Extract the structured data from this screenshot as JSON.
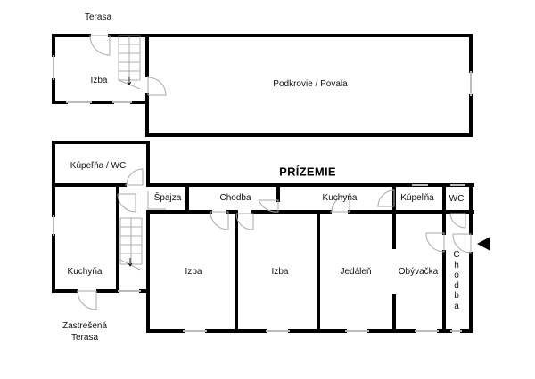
{
  "floor_plan": {
    "title": "PRÍZEMIE",
    "upper_floor": {
      "terrace_label": "Terasa",
      "rooms": [
        {
          "id": "izba-upper",
          "label": "Izba"
        },
        {
          "id": "podkrovie",
          "label": "Podkrovie / Povala"
        }
      ]
    },
    "ground_floor": {
      "rooms": [
        {
          "id": "kupelna-wc",
          "label": "Kúpeľňa / WC"
        },
        {
          "id": "spajza",
          "label": "Špajza"
        },
        {
          "id": "chodba-top",
          "label": "Chodba"
        },
        {
          "id": "kuchyna-top",
          "label": "Kuchyňa"
        },
        {
          "id": "kupelna",
          "label": "Kúpeľňa"
        },
        {
          "id": "wc",
          "label": "WC"
        },
        {
          "id": "kuchyna-left",
          "label": "Kuchyňa"
        },
        {
          "id": "izba-1",
          "label": "Izba"
        },
        {
          "id": "izba-2",
          "label": "Izba"
        },
        {
          "id": "jedalen",
          "label": "Jedáleň"
        },
        {
          "id": "obyvacka",
          "label": "Obývačka"
        },
        {
          "id": "chodba-vertical",
          "label": "Chodba"
        }
      ],
      "covered_terrace_line1": "Zastrešená",
      "covered_terrace_line2": "Terasa"
    },
    "entrance_marker": "arrow-left",
    "colors": {
      "wall": "#000000",
      "window": "#bbbbbb",
      "door": "#aaaaaa",
      "background": "#ffffff"
    }
  }
}
